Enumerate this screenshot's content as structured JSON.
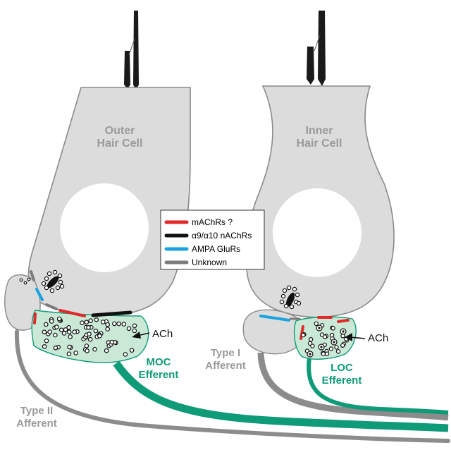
{
  "labels": {
    "outer_hair_cell": [
      "Outer",
      "Hair Cell"
    ],
    "inner_hair_cell": [
      "Inner",
      "Hair Cell"
    ],
    "ach_left": "ACh",
    "ach_right": "ACh",
    "moc_efferent": [
      "MOC",
      "Efferent"
    ],
    "loc_efferent": [
      "LOC",
      "Efferent"
    ],
    "type_i_afferent": [
      "Type I",
      "Afferent"
    ],
    "type_ii_afferent": [
      "Type II",
      "Afferent"
    ]
  },
  "legend": {
    "items": [
      {
        "label": "mAChRs ?",
        "color": "#e02a2a"
      },
      {
        "label": "α9/α10 nAChRs",
        "color": "#111111"
      },
      {
        "label": "AMPA GluRs",
        "color": "#1aa3e0"
      },
      {
        "label": "Unknown",
        "color": "#7b7b7b"
      }
    ]
  },
  "colors": {
    "hair_cell_fill": "#dcdcdc",
    "hair_cell_stroke": "#8a8a8a",
    "efferent_green": "#0f9a78",
    "terminal_fill": "#c9e9d6",
    "afferent_gray": "#8c8c8c",
    "text_gray": "#9a9a9a"
  }
}
